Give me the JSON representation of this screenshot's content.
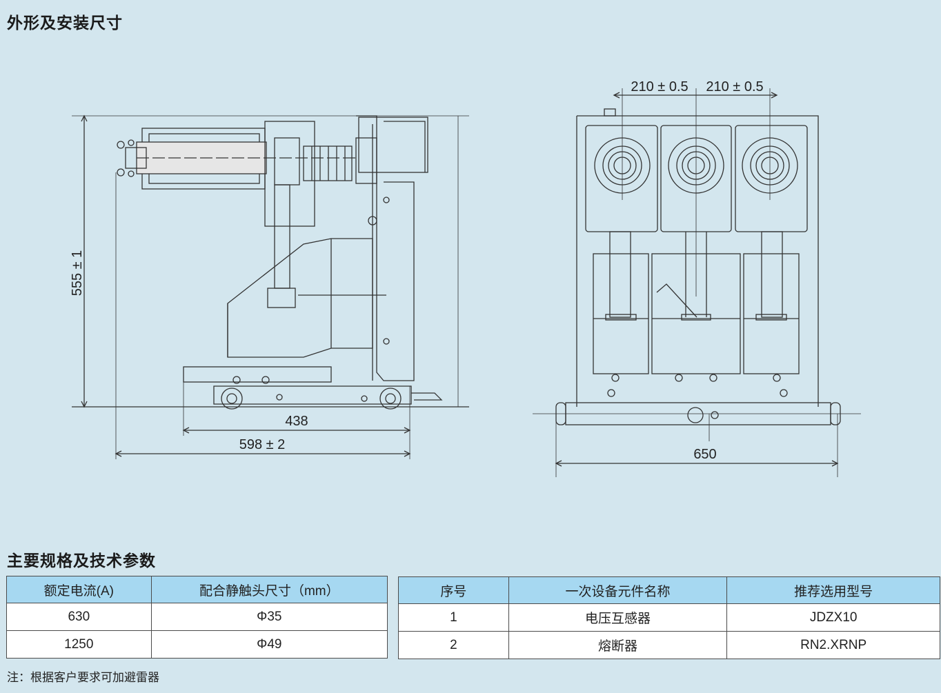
{
  "section_titles": {
    "dimensions": "外形及安装尺寸",
    "specs": "主要规格及技术参数"
  },
  "dimension_labels": {
    "height": "555 ± 1",
    "width_inner": "438",
    "width_outer": "598 ± 2",
    "pitch_left": "210 ± 0.5",
    "pitch_right": "210 ± 0.5",
    "front_width": "650"
  },
  "table_contact": {
    "headers": [
      "额定电流(A)",
      "配合静触头尺寸（mm）"
    ],
    "rows": [
      [
        "630",
        "Φ35"
      ],
      [
        "1250",
        "Φ49"
      ]
    ]
  },
  "table_components": {
    "headers": [
      "序号",
      "一次设备元件名称",
      "推荐选用型号"
    ],
    "rows": [
      [
        "1",
        "电压互感器",
        "JDZX10"
      ],
      [
        "2",
        "熔断器",
        "RN2.XRNP"
      ]
    ]
  },
  "note": "注：根据客户要求可加避雷器",
  "colors": {
    "background": "#d3e6ee",
    "table_header": "#a6d8f1",
    "line": "#333333"
  }
}
